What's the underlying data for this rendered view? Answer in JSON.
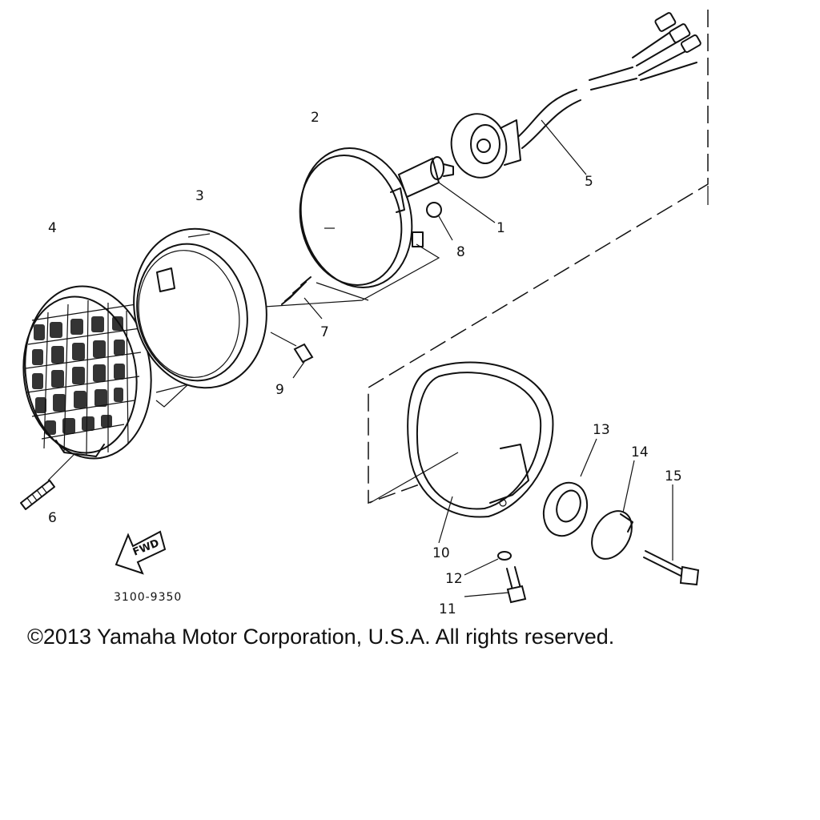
{
  "diagram": {
    "callouts": [
      "1",
      "2",
      "3",
      "4",
      "5",
      "6",
      "7",
      "8",
      "9",
      "10",
      "11",
      "12",
      "13",
      "14",
      "15"
    ],
    "drawing_code": "3100-9350",
    "fwd_label": "FWD"
  },
  "copyright": "©2013 Yamaha Motor Corporation, U.S.A. All rights reserved."
}
